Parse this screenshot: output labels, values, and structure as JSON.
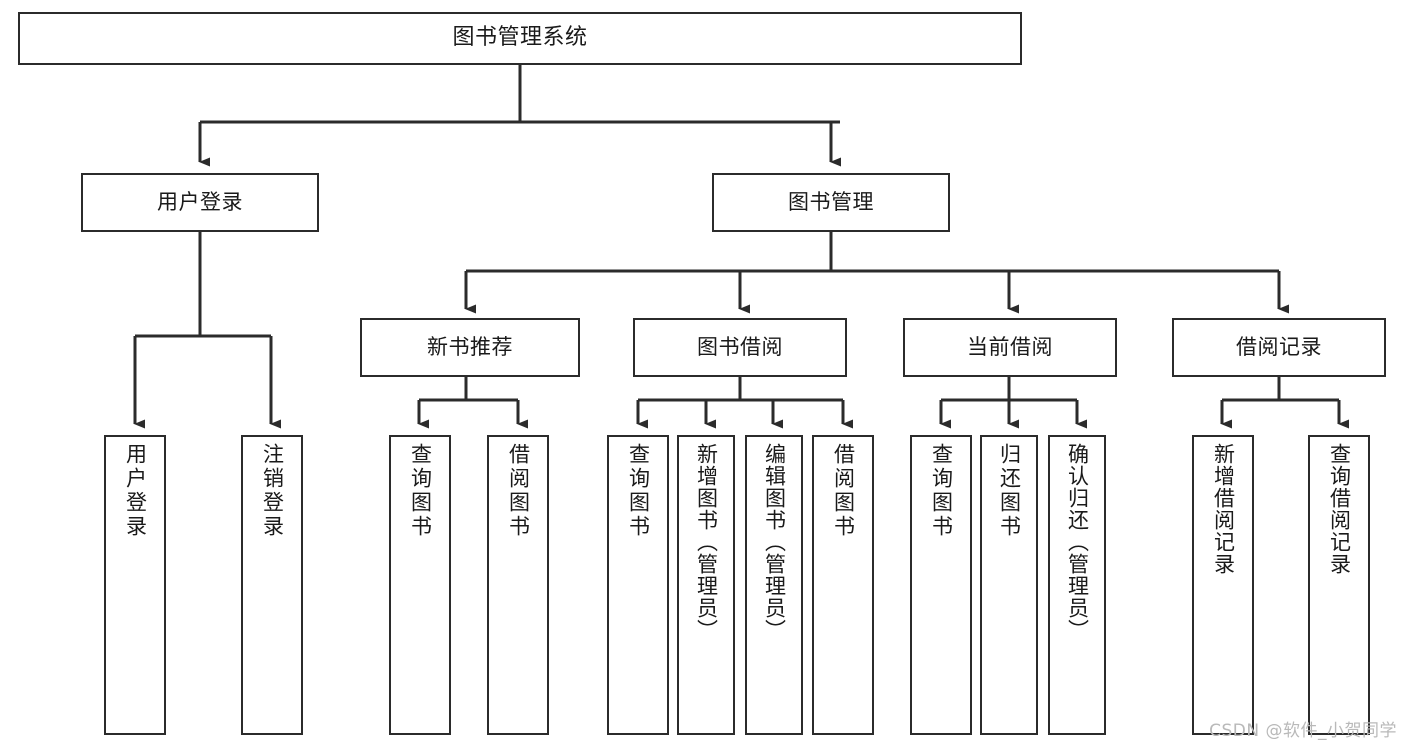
{
  "diagram": {
    "kind": "tree-hierarchy-chart",
    "title": "图书管理系统",
    "stroke_color": "#2b2b2b",
    "fill_color": "#ffffff",
    "text_color": "#1a1a1a",
    "levels": {
      "root": {
        "label": "图书管理系统"
      },
      "level1": [
        {
          "label": "用户登录"
        },
        {
          "label": "图书管理"
        }
      ],
      "level2": [
        {
          "label": "新书推荐"
        },
        {
          "label": "图书借阅"
        },
        {
          "label": "当前借阅"
        },
        {
          "label": "借阅记录"
        }
      ],
      "leaves": {
        "user_login": [
          {
            "label": "用户登录"
          },
          {
            "label": "注销登录"
          }
        ],
        "new_book_recommend": [
          {
            "label": "查询图书"
          },
          {
            "label": "借阅图书"
          }
        ],
        "book_borrow": [
          {
            "label": "查询图书"
          },
          {
            "label": "新增图书（管理员）"
          },
          {
            "label": "编辑图书（管理员）"
          },
          {
            "label": "借阅图书"
          }
        ],
        "current_borrow": [
          {
            "label": "查询图书"
          },
          {
            "label": "归还图书"
          },
          {
            "label": "确认归还（管理员）"
          }
        ],
        "borrow_record": [
          {
            "label": "新增借阅记录"
          },
          {
            "label": "查询借阅记录"
          }
        ]
      }
    }
  },
  "watermark": {
    "text": "CSDN @软件_小贺同学"
  }
}
